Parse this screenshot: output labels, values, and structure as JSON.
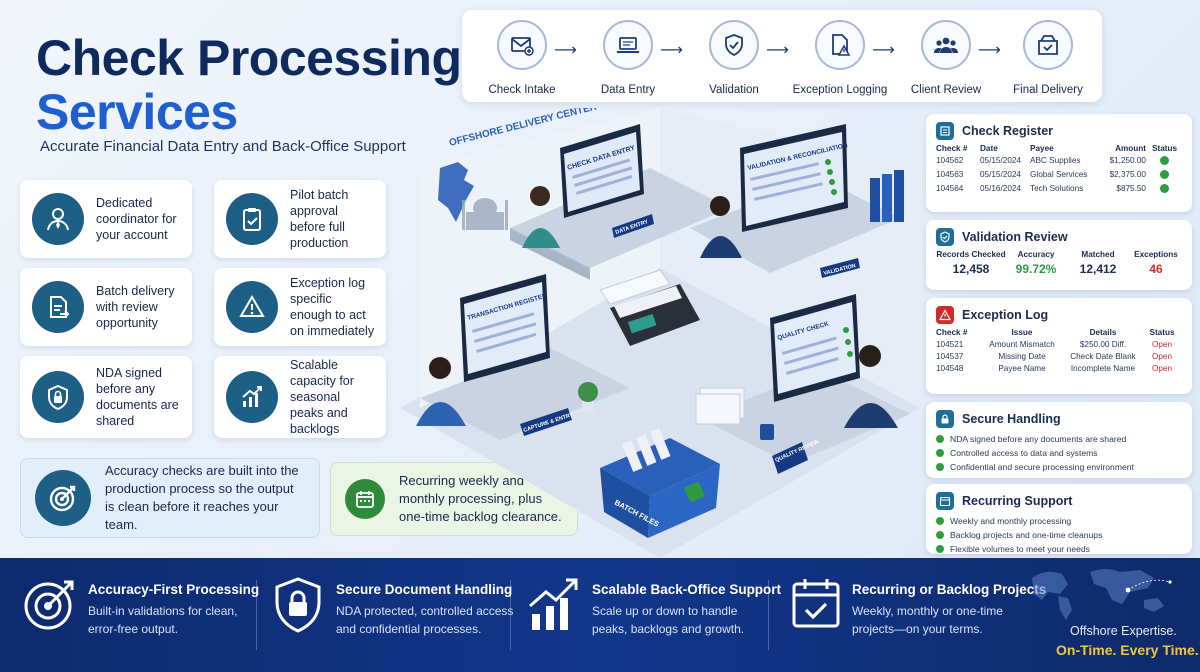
{
  "title": {
    "line1": "Check Processing",
    "line2": "Services",
    "subtitle": "Accurate Financial Data Entry and Back-Office Support"
  },
  "features": [
    {
      "text": "Dedicated coordinator for your account",
      "icon": "person-tie-icon"
    },
    {
      "text": "Pilot batch approval before full production",
      "icon": "clipboard-check-icon"
    },
    {
      "text": "Batch delivery with review opportunity",
      "icon": "document-arrow-icon"
    },
    {
      "text": "Exception log specific enough to act on immediately",
      "icon": "warning-triangle-icon"
    },
    {
      "text": "NDA signed before any documents are shared",
      "icon": "shield-lock-icon"
    },
    {
      "text": "Scalable capacity for seasonal peaks and backlogs",
      "icon": "growth-chart-icon"
    }
  ],
  "notes": {
    "accuracy": "Accuracy checks are built into the production process so the output is clean before it reaches your team.",
    "recurring": "Recurring weekly and monthly processing, plus one-time backlog clearance."
  },
  "process": {
    "steps": [
      "Check Intake",
      "Data Entry",
      "Validation",
      "Exception Logging",
      "Client Review",
      "Final Delivery"
    ]
  },
  "scene": {
    "banner": "OFFSHORE DELIVERY CENTER – INDIA",
    "screen_check_entry": "CHECK DATA ENTRY",
    "screen_validation": "VALIDATION & RECONCILIATION",
    "screen_register": "TRANSACTION REGISTER",
    "screen_quality": "QUALITY CHECK",
    "sign_data_entry": "DATA ENTRY",
    "sign_validation": "VALIDATION",
    "sign_capture": "CAPTURE & ENTRY",
    "sign_quality": "QUALITY REVIEW",
    "bin_label": "BATCH FILES"
  },
  "check_register": {
    "title": "Check Register",
    "headers": [
      "Check #",
      "Date",
      "Payee",
      "Amount",
      "Status"
    ],
    "rows": [
      [
        "104562",
        "05/15/2024",
        "ABC Supplies",
        "$1,250.00"
      ],
      [
        "104563",
        "05/15/2024",
        "Global Services",
        "$2,375.00"
      ],
      [
        "104564",
        "05/16/2024",
        "Tech Solutions",
        "$875.50"
      ]
    ]
  },
  "validation_review": {
    "title": "Validation Review",
    "headers": [
      "Records Checked",
      "Accuracy",
      "Matched",
      "Exceptions"
    ],
    "values": [
      "12,458",
      "99.72%",
      "12,412",
      "46"
    ]
  },
  "exception_log": {
    "title": "Exception Log",
    "headers": [
      "Check #",
      "Issue",
      "Details",
      "Status"
    ],
    "rows": [
      [
        "104521",
        "Amount Mismatch",
        "$250.00 Diff.",
        "Open"
      ],
      [
        "104537",
        "Missing Date",
        "Check Date Blank",
        "Open"
      ],
      [
        "104548",
        "Payee Name",
        "Incomplete Name",
        "Open"
      ]
    ]
  },
  "secure_handling": {
    "title": "Secure Handling",
    "items": [
      "NDA signed before any documents are shared",
      "Controlled access to data and systems",
      "Confidential and secure processing environment"
    ]
  },
  "recurring_support": {
    "title": "Recurring Support",
    "items": [
      "Weekly and monthly processing",
      "Backlog projects and one-time cleanups",
      "Flexible volumes to meet your needs"
    ]
  },
  "bottom": {
    "items": [
      {
        "title": "Accuracy-First Processing",
        "desc1": "Built-in validations for clean,",
        "desc2": "error-free output."
      },
      {
        "title": "Secure Document Handling",
        "desc1": "NDA protected, controlled access",
        "desc2": "and confidential processes."
      },
      {
        "title": "Scalable Back-Office Support",
        "desc1": "Scale up or down to handle",
        "desc2": "peaks, backlogs and growth."
      },
      {
        "title": "Recurring or Backlog Projects",
        "desc1": "Weekly, monthly or one-time",
        "desc2": "projects—on your terms."
      }
    ],
    "tagline1": "Offshore Expertise.",
    "tagline2": "On-Time. Every Time."
  },
  "colors": {
    "navy": "#0f2a5c",
    "accent_blue": "#1f5fd1",
    "teal_icon": "#1e5f86",
    "success": "#2e9b3f",
    "danger": "#d12a2a",
    "bottom_bar": "#12368a",
    "gold": "#f5c542"
  }
}
